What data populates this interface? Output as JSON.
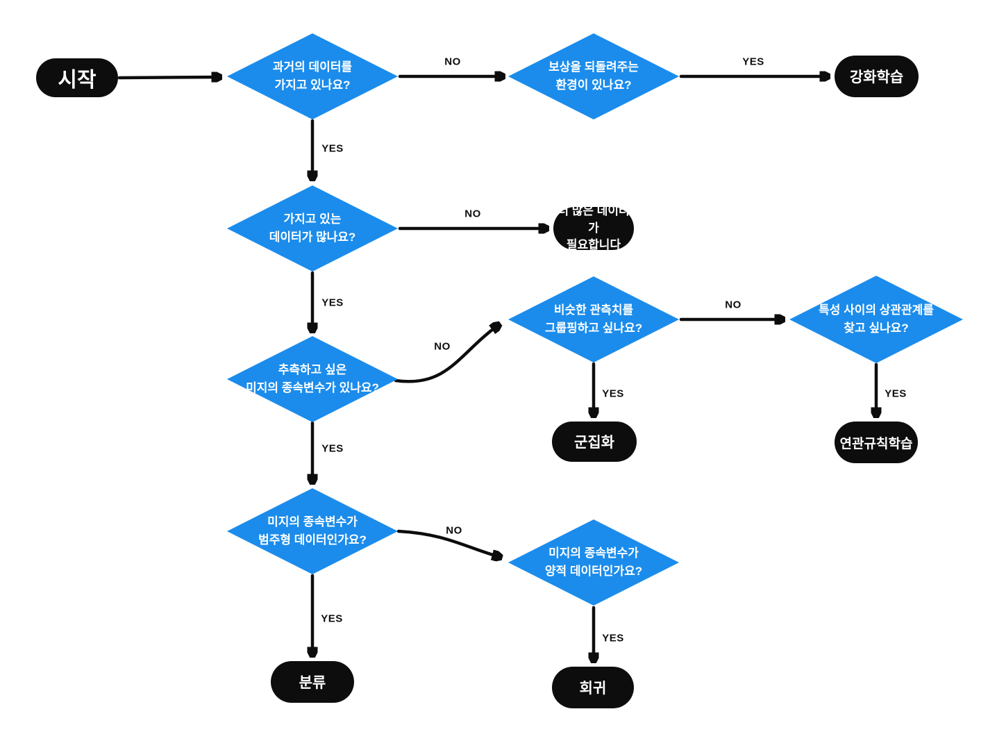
{
  "colors": {
    "diamond_blue": "#1b8ceb",
    "node_black": "#0d0d0d",
    "background": "#ffffff",
    "text_on_node": "#ffffff",
    "edge_label_text": "#0d0d0d"
  },
  "nodes": {
    "start": "시작",
    "q_past_data": "과거의 데이터를\n가지고 있나요?",
    "q_reward_env": "보상을 되돌려주는\n환경이 있나요?",
    "reinforcement_learning": "강화학습",
    "q_lots_of_data": "가지고 있는\n데이터가 많나요?",
    "need_more_data": "더 많은 데이터가\n필요합니다",
    "q_unknown_dependent_var": "추측하고 싶은\n미지의 종속변수가 있나요?",
    "q_group_similar_obs": "비슷한 관측치를\n그룹핑하고 싶나요?",
    "q_feature_correlation": "특성 사이의 상관관계를\n찾고 싶나요?",
    "clustering": "군집화",
    "association_rule_learning": "연관규칙학습",
    "q_categorical_dependent": "미지의 종속변수가\n범주형 데이터인가요?",
    "q_quantitative_dependent": "미지의 종속변수가\n양적 데이터인가요?",
    "classification": "분류",
    "regression": "회귀"
  },
  "edge_labels": {
    "past_no": "NO",
    "reward_yes": "YES",
    "past_yes": "YES",
    "lots_no": "NO",
    "lots_yes": "YES",
    "unknown_no": "NO",
    "group_yes": "YES",
    "group_no": "NO",
    "corr_yes": "YES",
    "unknown_yes": "YES",
    "categorical_yes": "YES",
    "categorical_no": "NO",
    "quantitative_yes": "YES"
  }
}
